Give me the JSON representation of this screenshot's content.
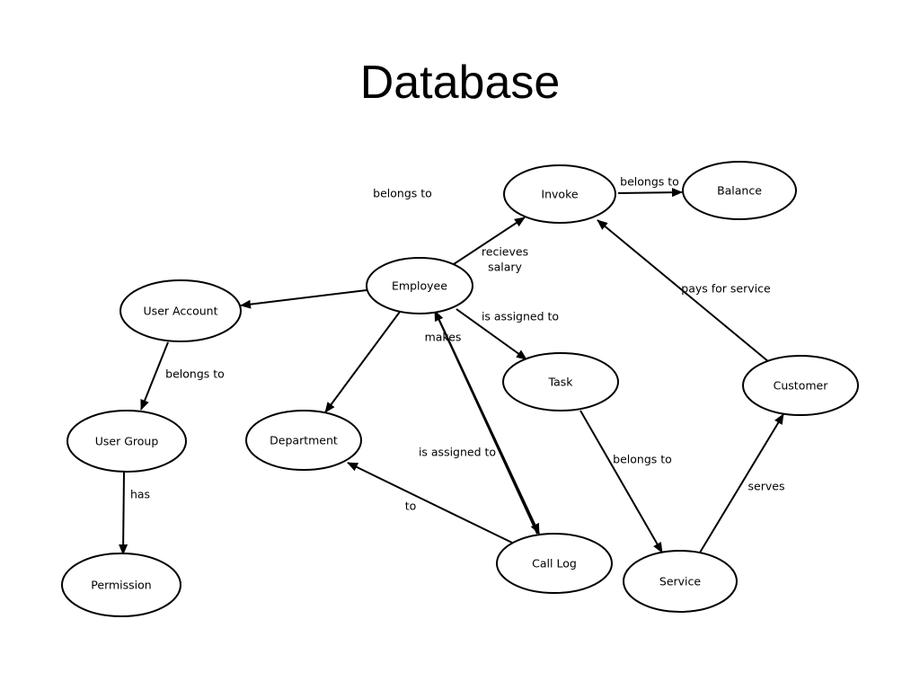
{
  "title": "Database",
  "nodes": [
    {
      "id": "invoke",
      "label": "Invoke"
    },
    {
      "id": "balance",
      "label": "Balance"
    },
    {
      "id": "employee",
      "label": "Employee"
    },
    {
      "id": "user_account",
      "label": "User Account"
    },
    {
      "id": "task",
      "label": "Task"
    },
    {
      "id": "customer",
      "label": "Customer"
    },
    {
      "id": "user_group",
      "label": "User Group"
    },
    {
      "id": "department",
      "label": "Department"
    },
    {
      "id": "permission",
      "label": "Permission"
    },
    {
      "id": "call_log",
      "label": "Call Log"
    },
    {
      "id": "service",
      "label": "Service"
    }
  ],
  "edges": [
    {
      "from": "invoke",
      "to": "balance",
      "label": "belongs to"
    },
    {
      "from": "employee",
      "to": "invoke",
      "label": "recieves salary"
    },
    {
      "from": "employee",
      "to": "user_account",
      "label": ""
    },
    {
      "from": "employee",
      "to": "task",
      "label": "is assigned to"
    },
    {
      "from": "employee",
      "to": "department",
      "label": ""
    },
    {
      "from": "call_log",
      "to": "employee",
      "label": "makes"
    },
    {
      "from": "employee",
      "to": "call_log",
      "label": "is assigned to"
    },
    {
      "from": "call_log",
      "to": "department",
      "label": "to"
    },
    {
      "from": "user_account",
      "to": "user_group",
      "label": "belongs to"
    },
    {
      "from": "user_group",
      "to": "permission",
      "label": "has"
    },
    {
      "from": "task",
      "to": "service",
      "label": "belongs to"
    },
    {
      "from": "service",
      "to": "customer",
      "label": "serves"
    },
    {
      "from": "customer",
      "to": "invoke",
      "label": "pays for service"
    }
  ],
  "floating_labels": [
    "belongs to"
  ]
}
